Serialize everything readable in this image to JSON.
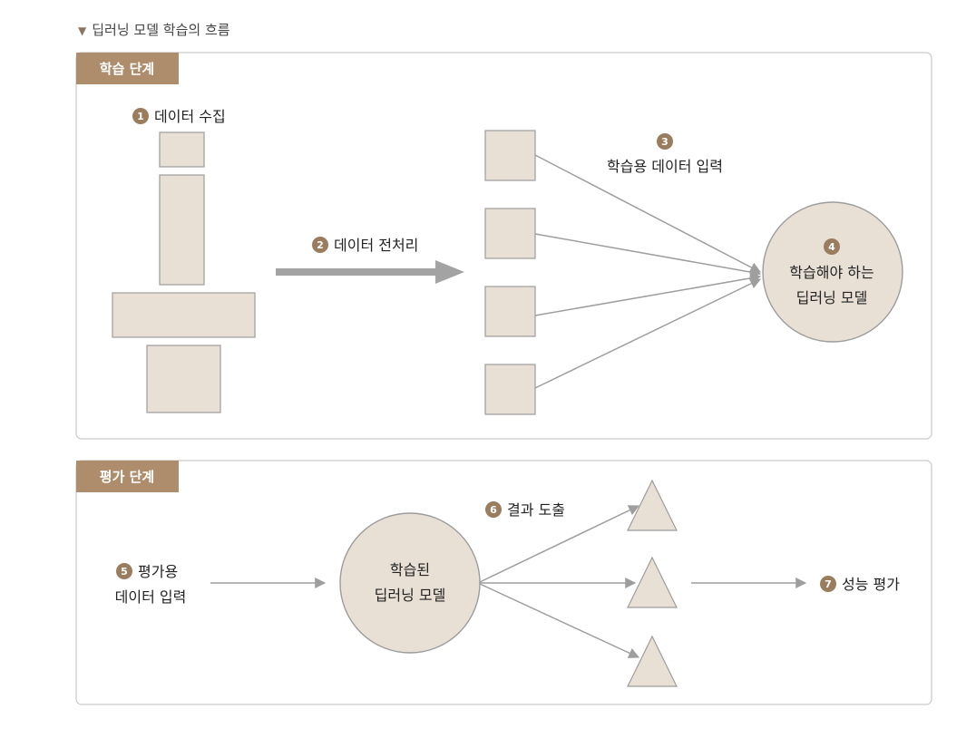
{
  "caption": "딥러닝 모델 학습의 흐름",
  "training": {
    "tab": "학습 단계",
    "steps": {
      "collect": {
        "num": "1",
        "label": "데이터 수집"
      },
      "preprocess": {
        "num": "2",
        "label": "데이터 전처리"
      },
      "input": {
        "num": "3",
        "label": "학습용 데이터 입력"
      },
      "model": {
        "num": "4",
        "label_line1": "학습해야 하는",
        "label_line2": "딥러닝 모델"
      }
    }
  },
  "evaluation": {
    "tab": "평가 단계",
    "steps": {
      "eval_input": {
        "num": "5",
        "label_line1": "평가용",
        "label_line2": "데이터 입력"
      },
      "trained_model": {
        "label_line1": "학습된",
        "label_line2": "딥러닝 모델"
      },
      "result": {
        "num": "6",
        "label": "결과 도출"
      },
      "performance": {
        "num": "7",
        "label": "성능 평가"
      }
    }
  },
  "colors": {
    "accent": "#ad8d6b",
    "badge": "#9a7d5f",
    "shape_fill": "#e8e0d5",
    "line": "#9e9e9e"
  }
}
